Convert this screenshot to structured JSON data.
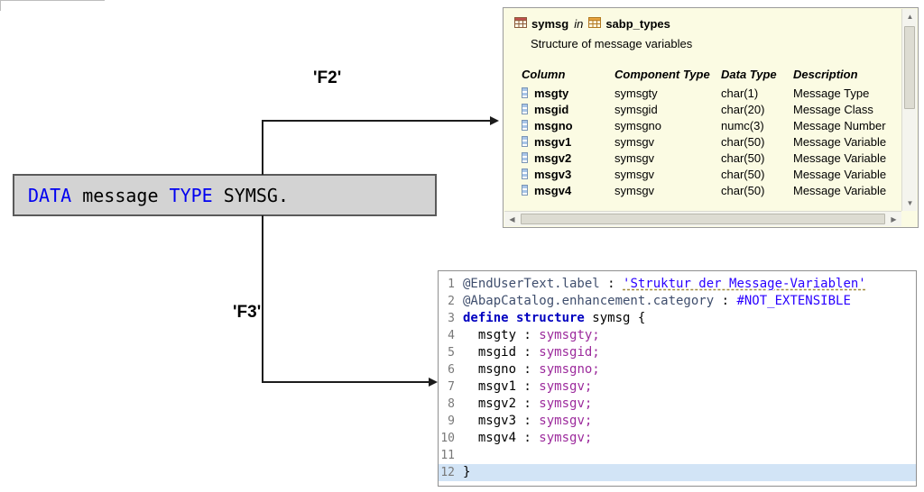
{
  "colors": {
    "declaration_keyword": "#0000f0",
    "editor_keyword": "#0000c0",
    "string_literal": "#2a00ff",
    "type_reference": "#9c2a9c",
    "annotation_text": "#3f4e6d",
    "tooltip_background": "#fbfbe3",
    "current_line_background": "#d2e4f6",
    "declaration_box_background": "#d3d3d3"
  },
  "declaration": {
    "kw1": "DATA",
    "t1": " message ",
    "kw2": "TYPE",
    "t2": " SYMSG."
  },
  "arrows": {
    "f2_label": "'F2'",
    "f3_label": "'F3'"
  },
  "icons": {
    "up": "▲",
    "down": "▼",
    "left": "◀",
    "right": "▶"
  },
  "tooltip": {
    "title": {
      "name": "symsg",
      "in_word": "in",
      "container": "sabp_types"
    },
    "subtitle": "Structure of message variables",
    "headers": {
      "column": "Column",
      "component_type": "Component Type",
      "data_type": "Data Type",
      "description": "Description"
    },
    "rows": [
      {
        "column": "msgty",
        "component_type": "symsgty",
        "data_type": "char(1)",
        "description": "Message Type"
      },
      {
        "column": "msgid",
        "component_type": "symsgid",
        "data_type": "char(20)",
        "description": "Message Class"
      },
      {
        "column": "msgno",
        "component_type": "symsgno",
        "data_type": "numc(3)",
        "description": "Message Number"
      },
      {
        "column": "msgv1",
        "component_type": "symsgv",
        "data_type": "char(50)",
        "description": "Message Variable"
      },
      {
        "column": "msgv2",
        "component_type": "symsgv",
        "data_type": "char(50)",
        "description": "Message Variable"
      },
      {
        "column": "msgv3",
        "component_type": "symsgv",
        "data_type": "char(50)",
        "description": "Message Variable"
      },
      {
        "column": "msgv4",
        "component_type": "symsgv",
        "data_type": "char(50)",
        "description": "Message Variable"
      }
    ]
  },
  "editor": {
    "lines": [
      {
        "no": "1",
        "ann": "@EndUserText.label",
        "sep": " : ",
        "str": "'Struktur der Message-Variablen'"
      },
      {
        "no": "2",
        "ann": "@AbapCatalog.enhancement.category",
        "sep": " : ",
        "enum_value": "#NOT_EXTENSIBLE"
      },
      {
        "no": "3",
        "keyword": "define structure",
        "rest": " symsg {"
      },
      {
        "no": "4",
        "field": "  msgty : ",
        "type": "symsgty;"
      },
      {
        "no": "5",
        "field": "  msgid : ",
        "type": "symsgid;"
      },
      {
        "no": "6",
        "field": "  msgno : ",
        "type": "symsgno;"
      },
      {
        "no": "7",
        "field": "  msgv1 : ",
        "type": "symsgv;"
      },
      {
        "no": "8",
        "field": "  msgv2 : ",
        "type": "symsgv;"
      },
      {
        "no": "9",
        "field": "  msgv3 : ",
        "type": "symsgv;"
      },
      {
        "no": "10",
        "field": "  msgv4 : ",
        "type": "symsgv;"
      },
      {
        "no": "11"
      },
      {
        "no": "12",
        "closing": "}"
      }
    ]
  }
}
